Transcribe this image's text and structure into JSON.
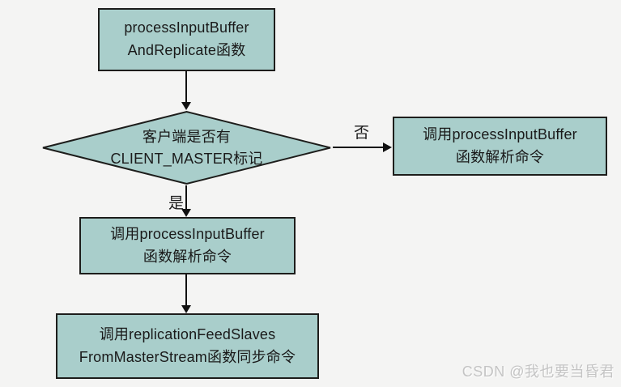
{
  "colors": {
    "background": "#f4f4f3",
    "node_fill": "#a9cecb",
    "node_border": "#1d1d1b",
    "arrow": "#111111",
    "text": "#1a1a1a",
    "watermark": "#c4c4c4"
  },
  "nodes": {
    "start": {
      "line1": "processInputBuffer",
      "line2": "AndReplicate函数"
    },
    "decision": {
      "line1": "客户端是否有",
      "line2": "CLIENT_MASTER标记"
    },
    "call_right": {
      "line1": "调用processInputBuffer",
      "line2": "函数解析命令"
    },
    "call_mid": {
      "line1": "调用processInputBuffer",
      "line2": "函数解析命令"
    },
    "feed_slaves": {
      "line1": "调用replicationFeedSlaves",
      "line2": "FromMasterStream函数同步命令"
    }
  },
  "edges": {
    "no_label": "否",
    "yes_label": "是"
  },
  "watermark": {
    "text": "CSDN @我也要当昏君"
  }
}
